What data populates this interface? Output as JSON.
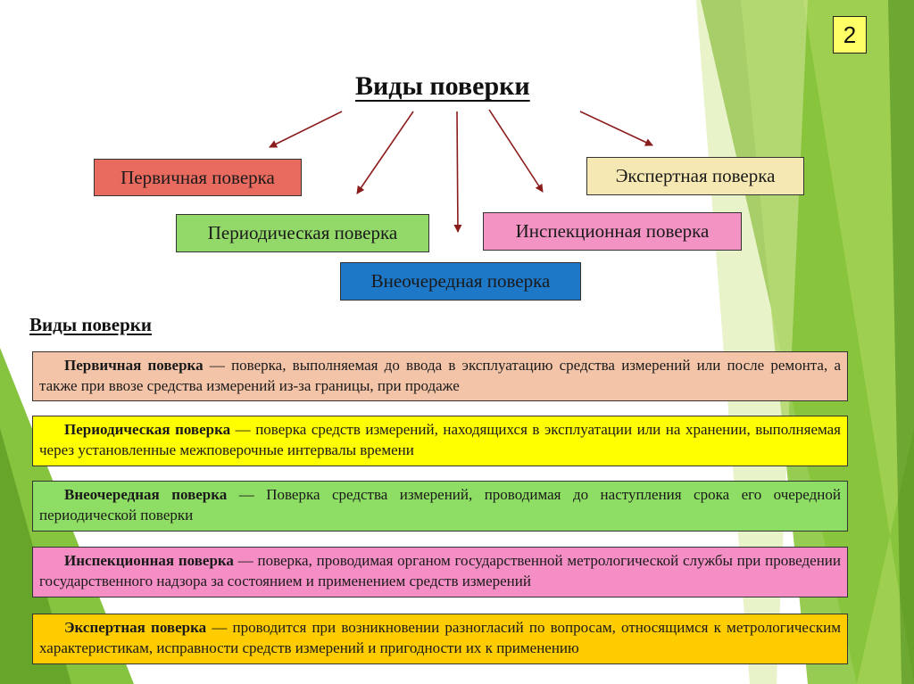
{
  "slide_number": "2",
  "title": "Виды поверки",
  "boxes": {
    "primary": "Первичная поверка",
    "periodic": "Периодическая поверка",
    "extraordinary": "Внеочередная поверка",
    "inspection": "Инспекционная поверка",
    "expert": "Экспертная поверка"
  },
  "colors": {
    "primary": "#e96b5f",
    "periodic": "#93d96a",
    "extraordinary": "#1e78c8",
    "inspection": "#f293c3",
    "expert": "#f6e8b2",
    "arrow": "#8b1c1c",
    "slide_number_bg": "#ffff66"
  },
  "subtitle": "Виды поверки",
  "definitions": [
    {
      "term": "Первичная поверка",
      "text": " — поверка, выполняемая до ввода в эксплуатацию средства измерений или после ремонта, а также при ввозе средства измерений из-за границы, при продаже",
      "bg": "#f4c4a8"
    },
    {
      "term": "Периодическая поверка",
      "text": " — поверка средств измерений, находящихся в эксплуатации или на хранении, выполняемая через установленные межповерочные интервалы времени",
      "bg": "#ffff00"
    },
    {
      "term": "Внеочередная поверка",
      "text": " — Поверка средства измерений, проводимая до наступления срока его очередной периодической поверки",
      "bg": "#8edd64"
    },
    {
      "term": "Инспекционная поверка",
      "text": " — поверка, проводимая органом государственной метрологической службы при проведении государственного надзора за состоянием и применением средств измерений",
      "bg": "#f48ec4"
    },
    {
      "term": "Экспертная поверка",
      "text": " — проводится при возникновении разногласий по вопросам, относящимся к метрологическим характеристикам, исправности средств измерений и пригодности их к применению",
      "bg": "#ffcc00"
    }
  ]
}
